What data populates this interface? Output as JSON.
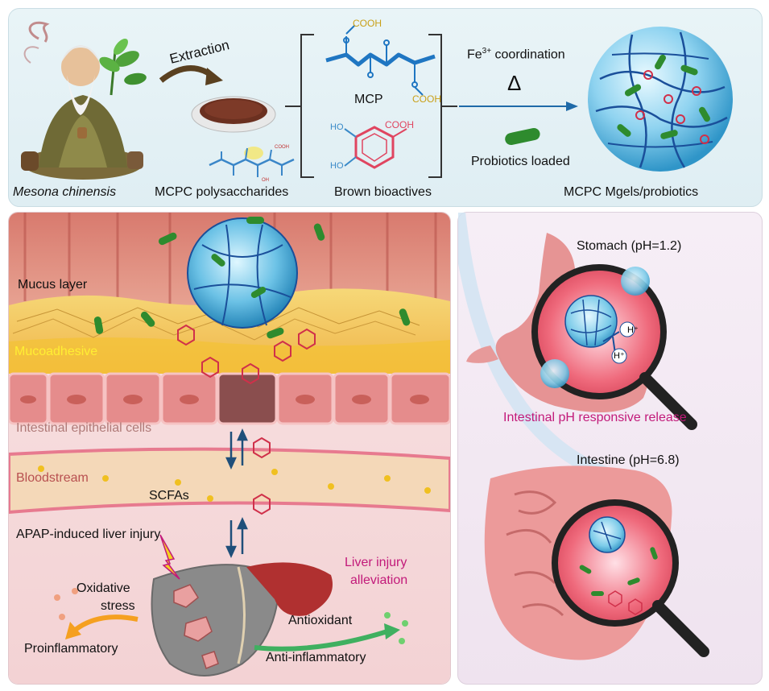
{
  "top": {
    "extraction": "Extraction",
    "mesona": "Mesona chinensis",
    "mcpc_poly": "MCPC polysaccharides",
    "mcp": "MCP",
    "cooh": "COOH",
    "brown": "Brown bioactives",
    "fe": "Fe",
    "fe_sup": "3+",
    "coordination": " coordination",
    "heat": "Δ",
    "probiotics": "Probiotics loaded",
    "mgels": "MCPC Mgels/probiotics"
  },
  "left": {
    "mucus": "Mucus layer",
    "mucoadhesive": "Mucoadhesive",
    "epithelial": "Intestinal epithelial cells",
    "bloodstream": "Bloodstream",
    "scfas": "SCFAs",
    "apap": "APAP-induced liver injury",
    "liver_alleviation_1": "Liver injury",
    "liver_alleviation_2": "alleviation",
    "oxidative_1": "Oxidative",
    "oxidative_2": "stress",
    "proinflammatory": "Proinflammatory",
    "antioxidant": "Antioxidant",
    "anti_inflammatory": "Anti-inflammatory"
  },
  "right": {
    "stomach": "Stomach (pH=1.2)",
    "hplus": "H⁺",
    "release": "Intestinal pH responsive release",
    "intestine": "Intestine (pH=6.8)"
  },
  "colors": {
    "accent_magenta": "#c21a7a",
    "mucoadhesive_yellow": "#ffee33",
    "gel_blue": "#3aa7d8",
    "probiotic_green": "#2e8b2e"
  }
}
